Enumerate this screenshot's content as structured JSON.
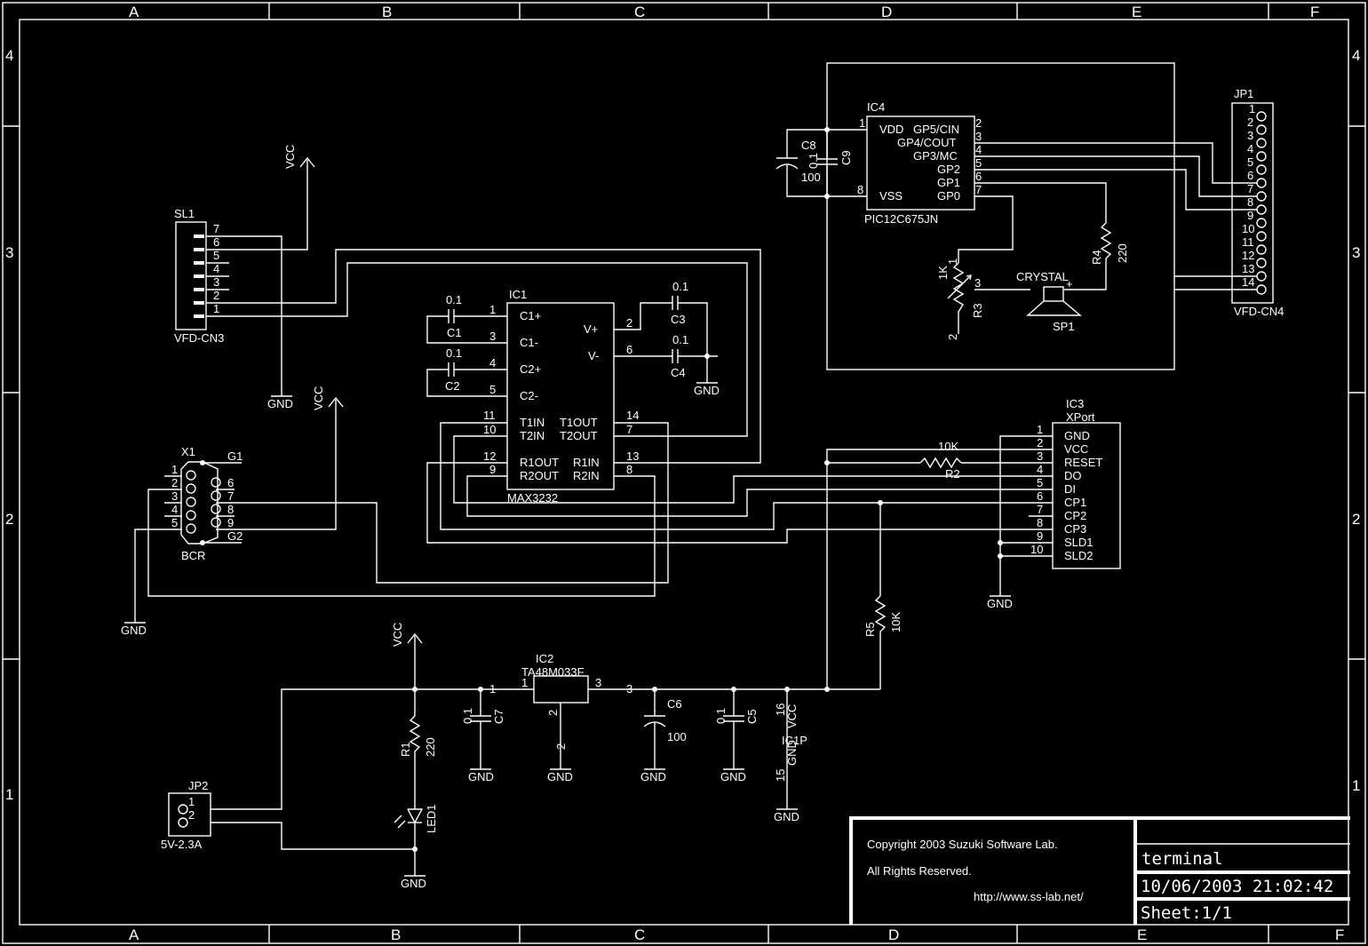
{
  "frame": {
    "cols": [
      "A",
      "B",
      "C",
      "D",
      "E",
      "F"
    ],
    "rows": [
      "4",
      "3",
      "2",
      "1"
    ]
  },
  "title_block": {
    "copyright": "Copyright 2003 Suzuki Software Lab.",
    "rights": "All Rights Reserved.",
    "url": "http://www.ss-lab.net/",
    "title": "terminal",
    "datetime": "10/06/2003 21:02:42",
    "sheet": "Sheet:1/1"
  },
  "ic1": {
    "ref": "IC1",
    "part": "MAX3232",
    "pins_left": [
      "C1+",
      "C1-",
      "C2+",
      "C2-",
      "T1IN",
      "T2IN",
      "R1OUT",
      "R2OUT"
    ],
    "pins_left_nums": [
      "1",
      "3",
      "4",
      "5",
      "11",
      "10",
      "12",
      "9"
    ],
    "pins_right": [
      "V+",
      "V-",
      "T1OUT",
      "T2OUT",
      "R1IN",
      "R2IN"
    ],
    "pins_right_nums": [
      "2",
      "6",
      "14",
      "7",
      "13",
      "8"
    ]
  },
  "ic2": {
    "ref": "IC2",
    "part": "TA48M033F",
    "p1": "1",
    "p2": "2",
    "p3": "3"
  },
  "ic3": {
    "ref": "IC3",
    "part": "XPort",
    "pins": [
      "GND",
      "VCC",
      "RESET",
      "DO",
      "DI",
      "CP1",
      "CP2",
      "CP3",
      "SLD1",
      "SLD2"
    ],
    "nums": [
      "1",
      "2",
      "3",
      "4",
      "5",
      "6",
      "7",
      "8",
      "9",
      "10"
    ]
  },
  "ic4": {
    "ref": "IC4",
    "part": "PIC12C675JN",
    "vdd": "VDD",
    "vss": "VSS",
    "pins": [
      "GP5/CIN",
      "GP4/COUT",
      "GP3/MC",
      "GP2",
      "GP1",
      "GP0"
    ],
    "nums": [
      "2",
      "3",
      "4",
      "5",
      "6",
      "7"
    ],
    "p1": "1",
    "p8": "8"
  },
  "jp1": {
    "ref": "JP1",
    "name": "VFD-CN4",
    "nums": [
      "1",
      "2",
      "3",
      "4",
      "5",
      "6",
      "7",
      "8",
      "9",
      "10",
      "11",
      "12",
      "13",
      "14"
    ]
  },
  "sl1": {
    "ref": "SL1",
    "name": "VFD-CN3",
    "nums": [
      "7",
      "6",
      "5",
      "4",
      "3",
      "2",
      "1"
    ]
  },
  "x1": {
    "ref": "X1",
    "name": "BCR",
    "left": [
      "1",
      "2",
      "3",
      "4",
      "5"
    ],
    "right": [
      "6",
      "7",
      "8",
      "9"
    ],
    "g1": "G1",
    "g2": "G2"
  },
  "jp2": {
    "ref": "JP2",
    "name": "5V-2.3A",
    "p1": "1",
    "p2": "2"
  },
  "parts": {
    "c1": "C1",
    "c2": "C2",
    "c3": "C3",
    "c4": "C4",
    "c5": "C5",
    "c6": "C6",
    "c7": "C7",
    "c8": "C8",
    "c9": "C9",
    "v01": "0.1",
    "v100": "100",
    "r1": "R1",
    "r2": "R2",
    "r3": "R3",
    "r4": "R4",
    "r5": "R5",
    "v220": "220",
    "v10k": "10K",
    "v1k": "1K",
    "led1": "LED1",
    "sp1": "SP1",
    "crystal": "CRYSTAL",
    "vcc": "VCC",
    "gnd": "GND",
    "p_1": "1",
    "p_2": "2",
    "p_3": "3",
    "p_15": "15",
    "p_16": "16",
    "ic1p": "IC1P",
    "plus": "+"
  }
}
